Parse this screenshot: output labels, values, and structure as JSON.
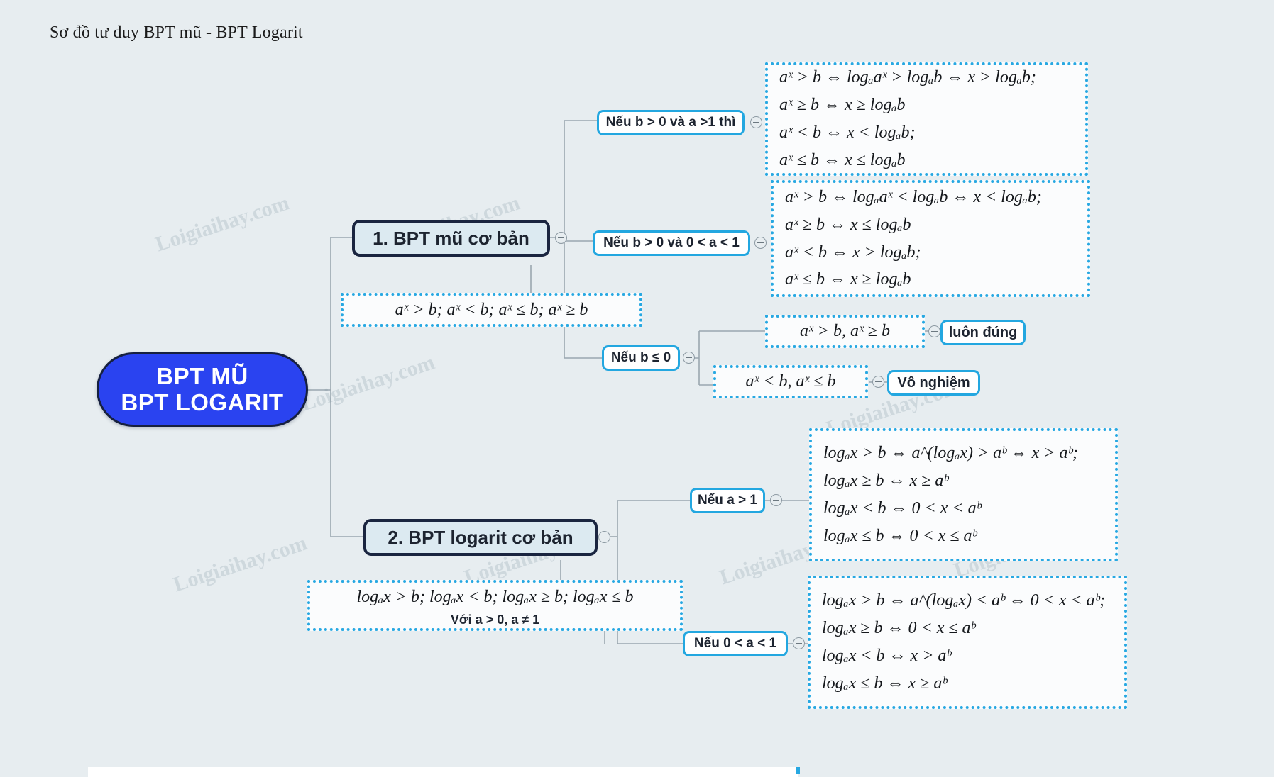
{
  "page": {
    "title": "Sơ đồ tư duy BPT mũ - BPT Logarit",
    "background_color": "#e7edf0",
    "accent_cyan": "#23a7e0",
    "accent_blue": "#2a43f0",
    "node_navy": "#1a2540",
    "branch_fill": "#dceaf1",
    "watermark_text": "Loigiaihay.com"
  },
  "root": {
    "line1": "BPT MŨ",
    "line2": "BPT LOGARIT"
  },
  "branches": [
    {
      "label": "1. BPT mũ cơ bản"
    },
    {
      "label": "2. BPT logarit cơ bản"
    }
  ],
  "exponential": {
    "base_forms": "aˣ > b; aˣ < b;  aˣ ≤ b;  aˣ ≥ b",
    "conditions": [
      {
        "label": "Nếu b > 0 và a >1 thì"
      },
      {
        "label": "Nếu b > 0 và 0 < a < 1"
      },
      {
        "label": "Nếu b ≤ 0"
      }
    ],
    "case_a_gt_1": [
      "aˣ > b ⇔ logₐaˣ > logₐb ⇔ x > logₐb;",
      "aˣ ≥ b ⇔ x ≥ logₐb",
      "aˣ < b ⇔ x < logₐb;",
      "aˣ ≤ b ⇔ x ≤ logₐb"
    ],
    "case_0_lt_a_lt_1": [
      "aˣ > b ⇔ logₐaˣ < logₐb ⇔ x < logₐb;",
      "aˣ ≥ b ⇔ x ≤ logₐb",
      "aˣ < b ⇔ x > logₐb;",
      "aˣ ≤ b ⇔ x ≥ logₐb"
    ],
    "b_le_0": [
      {
        "formula": "aˣ > b,   aˣ ≥ b",
        "result": "luôn đúng"
      },
      {
        "formula": "aˣ < b,   aˣ ≤ b",
        "result": "Vô nghiệm"
      }
    ]
  },
  "logarithmic": {
    "base_forms": "logₐx > b; logₐx < b;  logₐx ≥ b;  logₐx ≤ b",
    "base_note": "Với a > 0, a ≠ 1",
    "conditions": [
      {
        "label": "Nếu a > 1"
      },
      {
        "label": "Nếu 0 < a < 1"
      }
    ],
    "case_a_gt_1": [
      "logₐx > b ⇔ a^(logₐx) > aᵇ ⇔ x > aᵇ;",
      "logₐx ≥ b ⇔ x ≥ aᵇ",
      "logₐx < b ⇔ 0 < x < aᵇ",
      "logₐx ≤ b ⇔ 0 < x ≤ aᵇ"
    ],
    "case_0_lt_a_lt_1": [
      "logₐx > b ⇔ a^(logₐx) < aᵇ ⇔ 0 < x < aᵇ;",
      "logₐx ≥ b ⇔ 0 < x ≤ aᵇ",
      "logₐx < b ⇔ x > aᵇ",
      "logₐx ≤ b ⇔ x ≥ aᵇ"
    ]
  }
}
